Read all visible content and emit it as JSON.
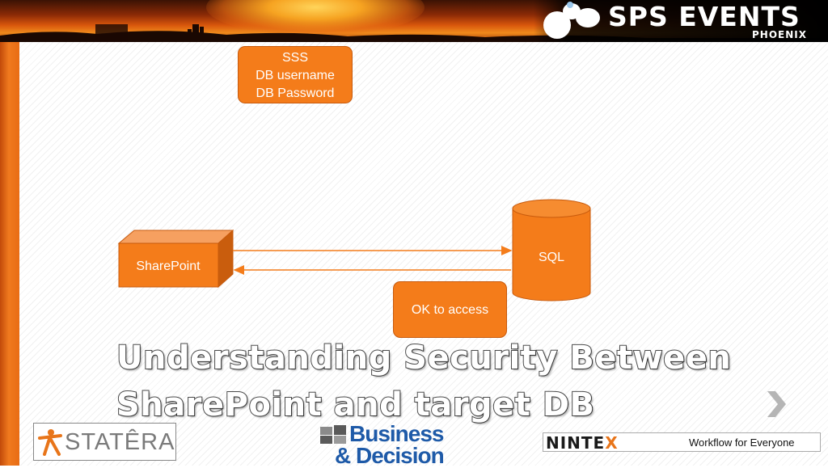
{
  "header": {
    "brand_title": "SPS EVENTS",
    "brand_subtitle": "PHOENIX"
  },
  "diagram": {
    "sss_box": {
      "lines": [
        "SSS",
        "DB username",
        "DB Password"
      ]
    },
    "sharepoint_label": "SharePoint",
    "sql_label": "SQL",
    "response_box_label": "OK to access",
    "accent_color": "#f47c1a"
  },
  "slide": {
    "title_line1": "Understanding Security Between",
    "title_line2": "SharePoint and target DB",
    "next_icon": "chevron-right-icon"
  },
  "footer": {
    "sponsor1": "STATÊRA",
    "sponsor2_line1": "Business",
    "sponsor2_line2": "& Decision",
    "sponsor3_name_a": "NINTE",
    "sponsor3_name_x": "X",
    "sponsor3_tagline": "Workflow for Everyone"
  }
}
